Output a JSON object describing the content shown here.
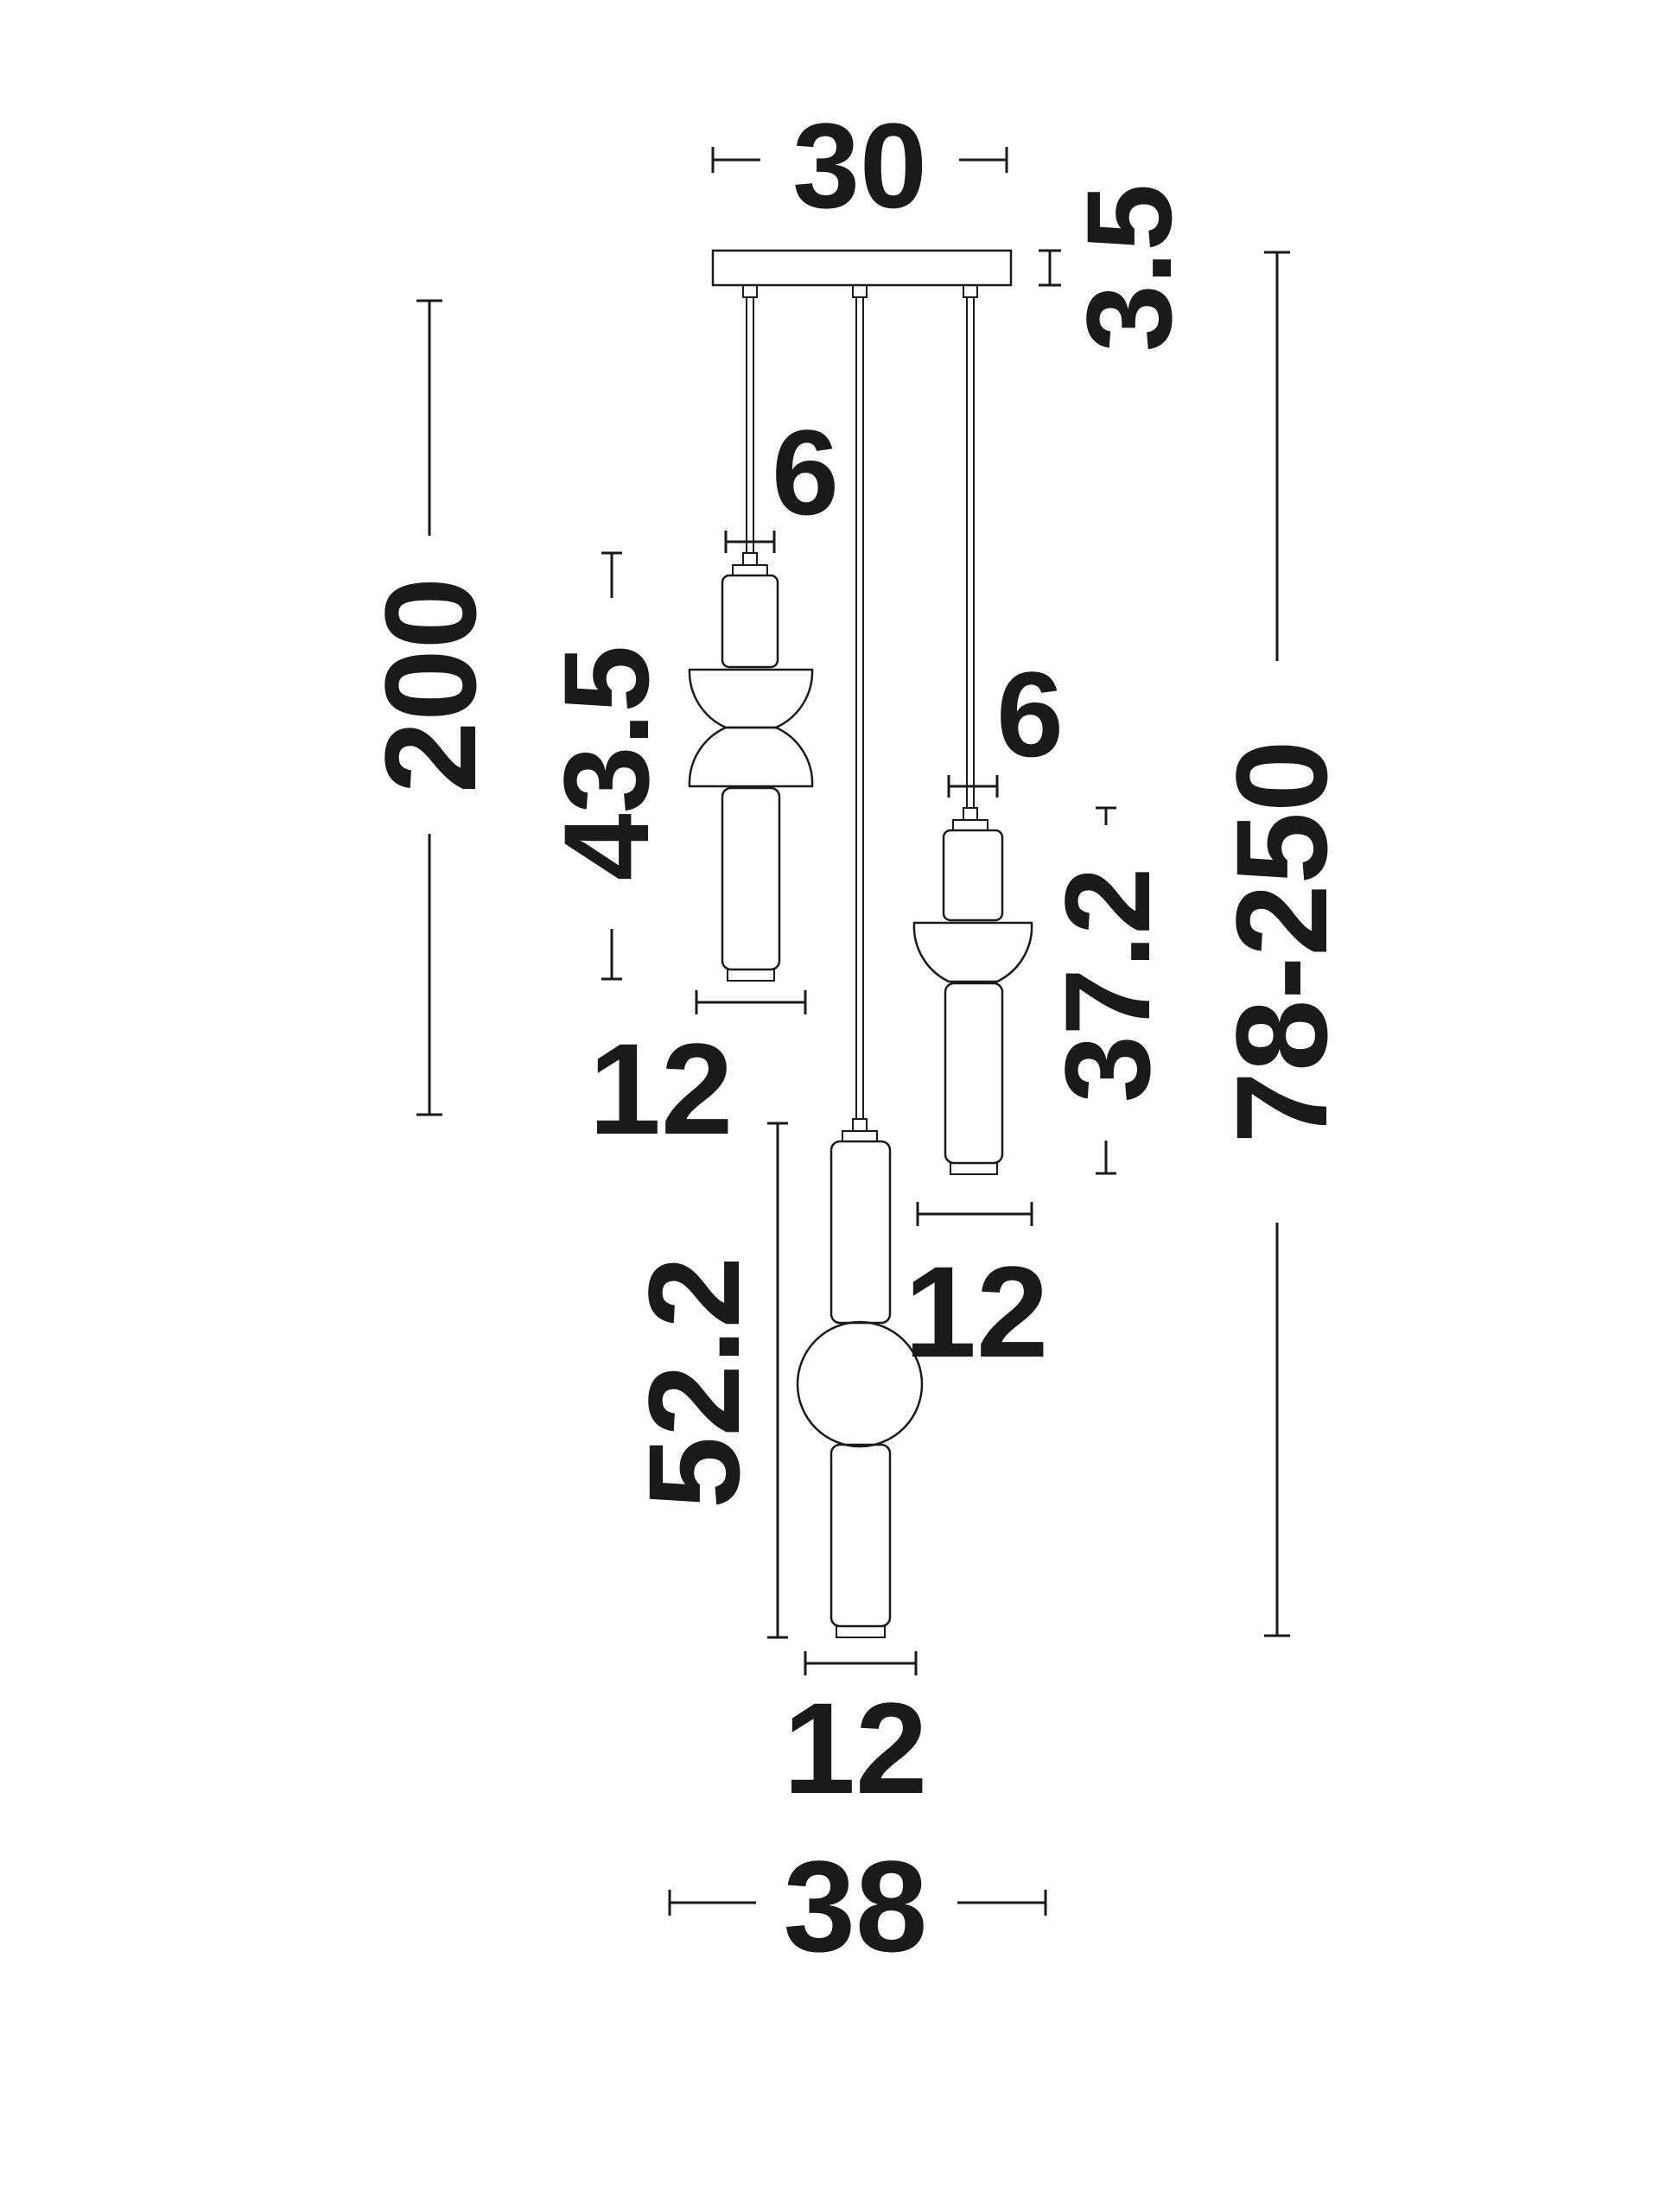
{
  "diagram": {
    "dimensions": {
      "canopy_width": "30",
      "canopy_height": "3.5",
      "cable_length": "200",
      "total_height": "78-250",
      "overall_width": "38",
      "pendant_left_height": "43.5",
      "pendant_left_width": "12",
      "pendant_left_cap": "6",
      "pendant_right_height": "37.2",
      "pendant_right_width": "12",
      "pendant_right_cap": "6",
      "pendant_center_height": "52.2",
      "pendant_center_width": "12"
    },
    "colors": {
      "line": "#1a1a1a",
      "background": "#ffffff"
    }
  }
}
